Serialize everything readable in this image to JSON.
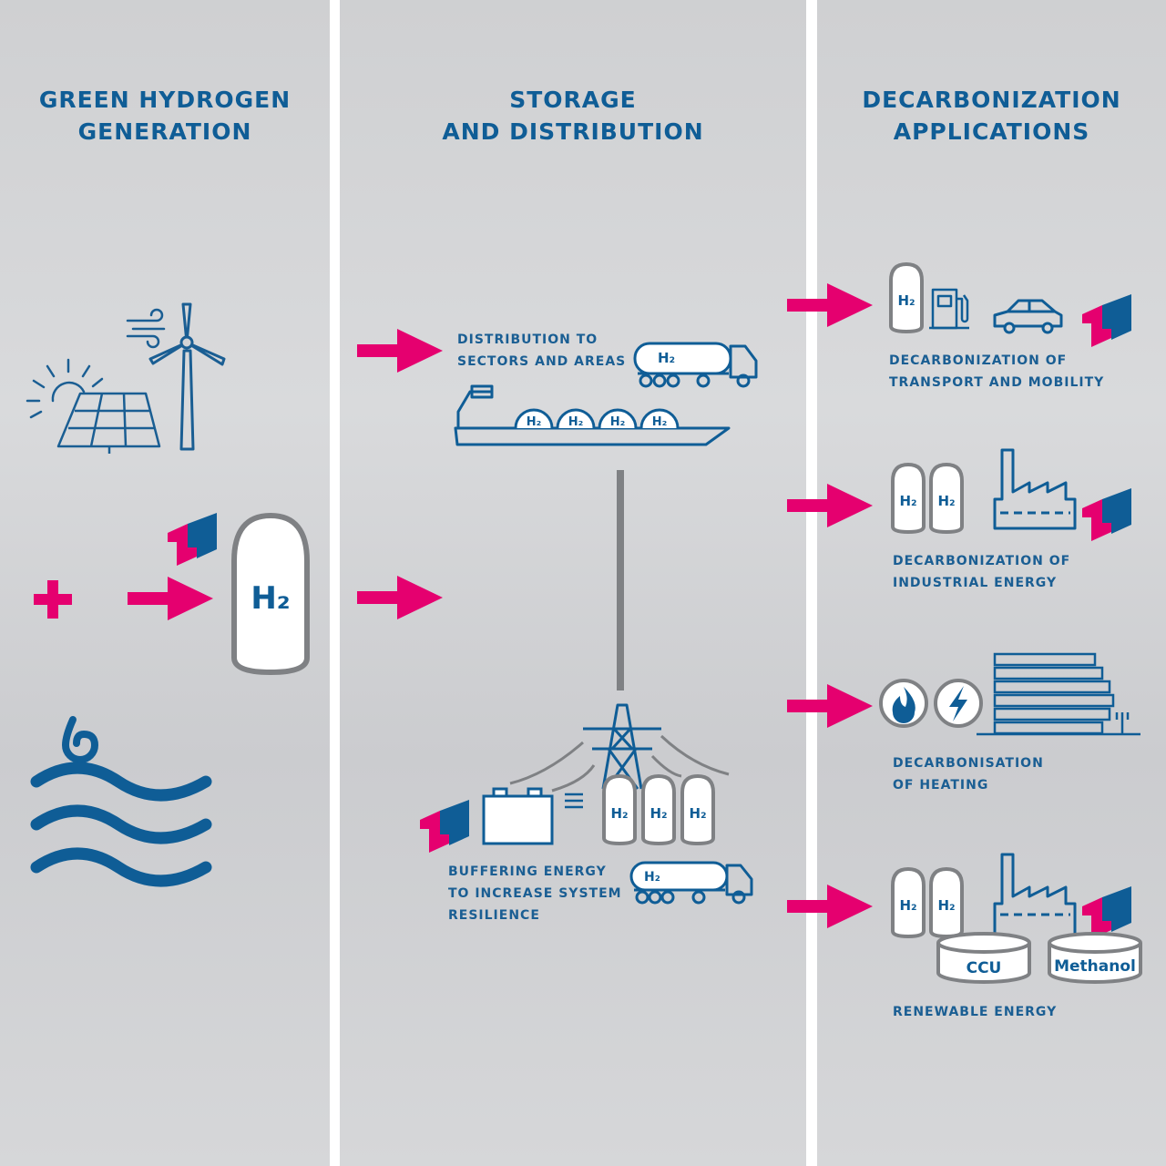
{
  "columns": [
    {
      "heading_line1": "GREEN HYDROGEN",
      "heading_line2": "GENERATION"
    },
    {
      "heading_line1": "STORAGE",
      "heading_line2": "AND DISTRIBUTION"
    },
    {
      "heading_line1": "DECARBONIZATION",
      "heading_line2": "APPLICATIONS"
    }
  ],
  "generation": {
    "tank_label": "H₂"
  },
  "distribution": {
    "label_line1": "DISTRIBUTION TO",
    "label_line2": "SECTORS AND AREAS",
    "truck_label": "H₂",
    "ship_tanks": [
      "H₂",
      "H₂",
      "H₂",
      "H₂"
    ]
  },
  "buffering": {
    "label_line1": "BUFFERING ENERGY",
    "label_line2": "TO INCREASE SYSTEM",
    "label_line3": "RESILIENCE",
    "tanks": [
      "H₂",
      "H₂",
      "H₂"
    ],
    "truck_label": "H₂"
  },
  "applications": [
    {
      "line1": "DECARBONIZATION OF",
      "line2": "TRANSPORT AND MOBILITY",
      "tanks": [
        "H₂"
      ]
    },
    {
      "line1": "DECARBONIZATION OF",
      "line2": "INDUSTRIAL ENERGY",
      "tanks": [
        "H₂",
        "H₂"
      ]
    },
    {
      "line1": "DECARBONISATION",
      "line2": "OF HEATING"
    },
    {
      "line1": "RENEWABLE ENERGY",
      "tanks": [
        "H₂",
        "H₂"
      ],
      "ccu_label": "CCU",
      "methanol_label": "Methanol"
    }
  ],
  "colors": {
    "blue": "#0f5d96",
    "magenta": "#e5006f",
    "gray": "#7f8184",
    "white": "#ffffff"
  },
  "icons": [
    "sun-icon",
    "solar-panel-icon",
    "wind-turbine-icon",
    "wind-gust-icon",
    "water-waves-icon",
    "water-drop-icon",
    "plus-icon",
    "arrow-icon",
    "brand-logo-icon",
    "hydrogen-tank-icon",
    "tanker-truck-icon",
    "cargo-ship-icon",
    "power-pylon-icon",
    "battery-icon",
    "fuel-pump-icon",
    "car-icon",
    "factory-icon",
    "flame-icon",
    "lightning-icon",
    "office-building-icon",
    "reactor-tank-icon"
  ]
}
